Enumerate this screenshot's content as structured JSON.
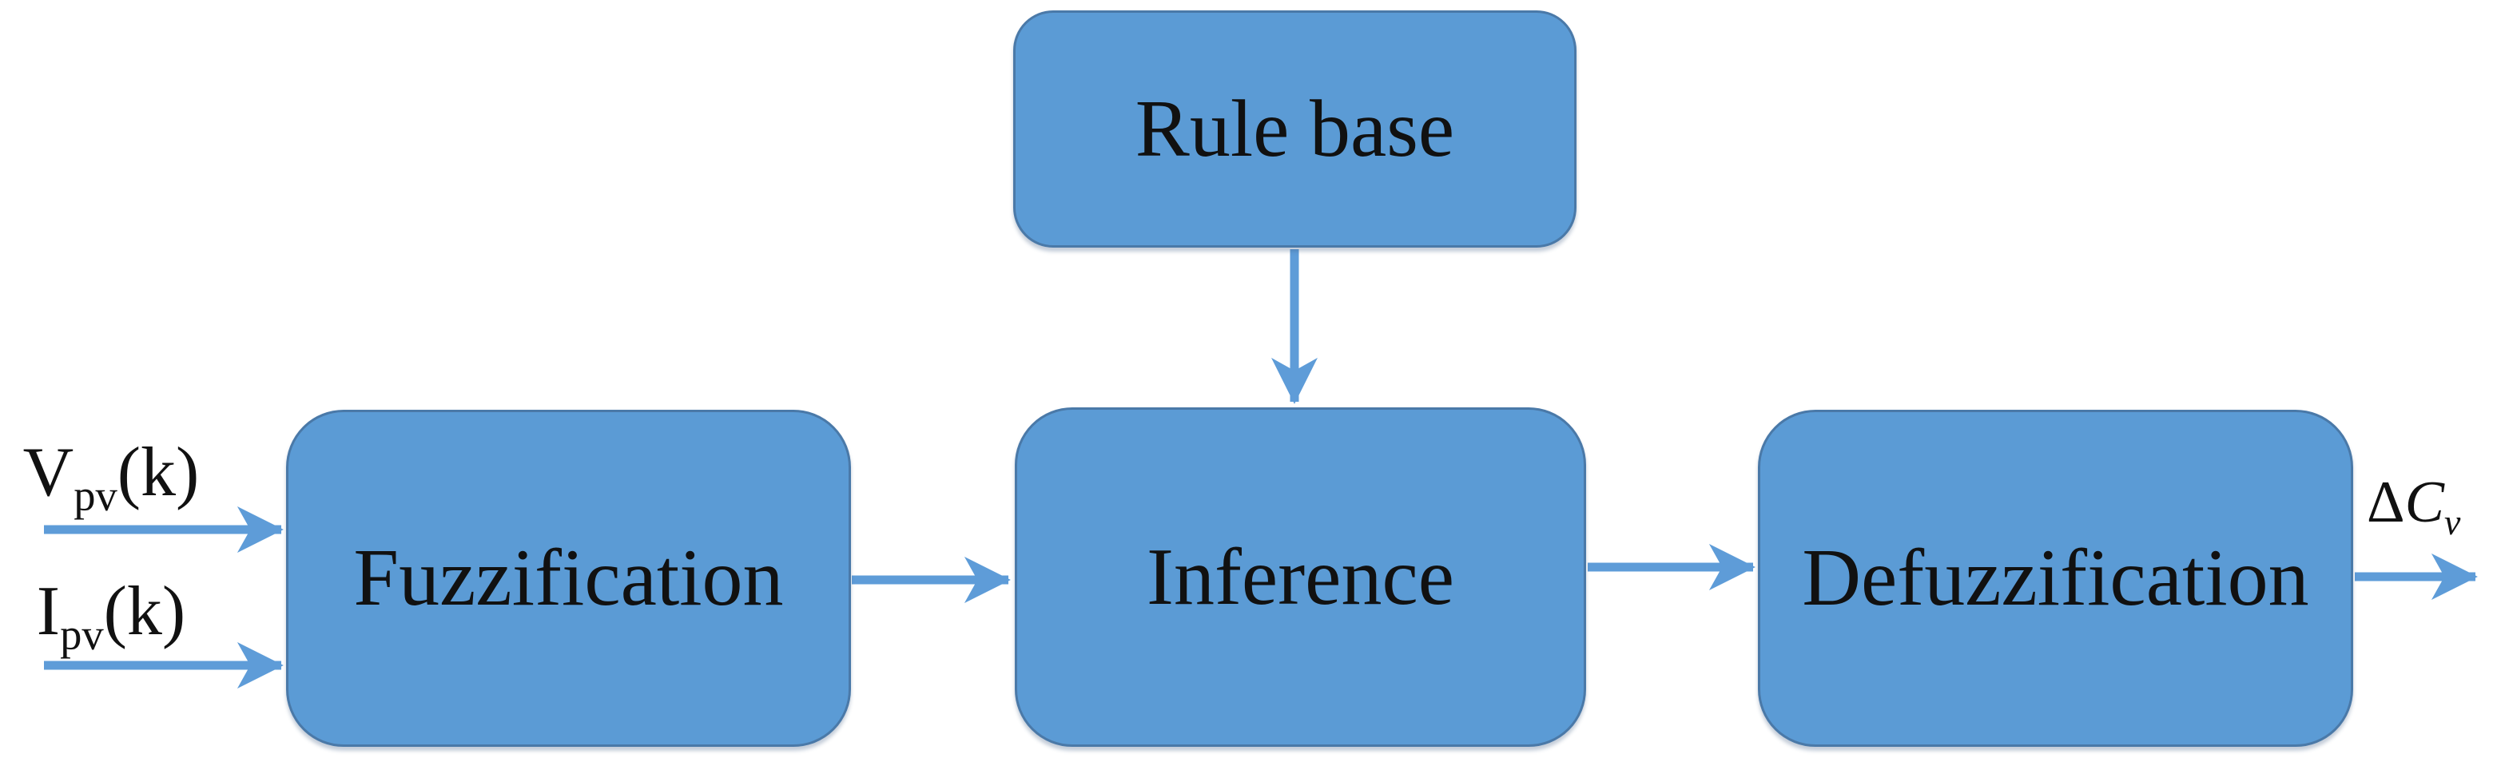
{
  "diagram_title": "fuzzy-logic-controller-block-diagram",
  "colors": {
    "box-fill": "#5B9BD5",
    "box-border": "#4a79a8",
    "arrow": "#5e9cd8",
    "text": "#111111",
    "bg": "#ffffff"
  },
  "boxes": [
    {
      "id": "rule-base",
      "label": "Rule base"
    },
    {
      "id": "fuzzification",
      "label": "Fuzzification"
    },
    {
      "id": "inference",
      "label": "Inference"
    },
    {
      "id": "defuzzification",
      "label": "Defuzzification"
    }
  ],
  "inputs": [
    {
      "base": "V",
      "sub": "pv",
      "rest": "(k)"
    },
    {
      "base": "I",
      "sub": "pv",
      "rest": "(k)"
    }
  ],
  "output": {
    "delta": "Δ",
    "base": "C",
    "sub": "v"
  },
  "arrows": [
    {
      "name": "vpv-input-arrow",
      "from": "Vpv(k) label",
      "to": "Fuzzification"
    },
    {
      "name": "ipv-input-arrow",
      "from": "Ipv(k) label",
      "to": "Fuzzification"
    },
    {
      "name": "fuzzification-to-inference",
      "from": "Fuzzification",
      "to": "Inference"
    },
    {
      "name": "rulebase-to-inference",
      "from": "Rule base",
      "to": "Inference"
    },
    {
      "name": "inference-to-defuzzification",
      "from": "Inference",
      "to": "Defuzzification"
    },
    {
      "name": "output-arrow",
      "from": "Defuzzification",
      "to": "ΔCv output"
    }
  ]
}
